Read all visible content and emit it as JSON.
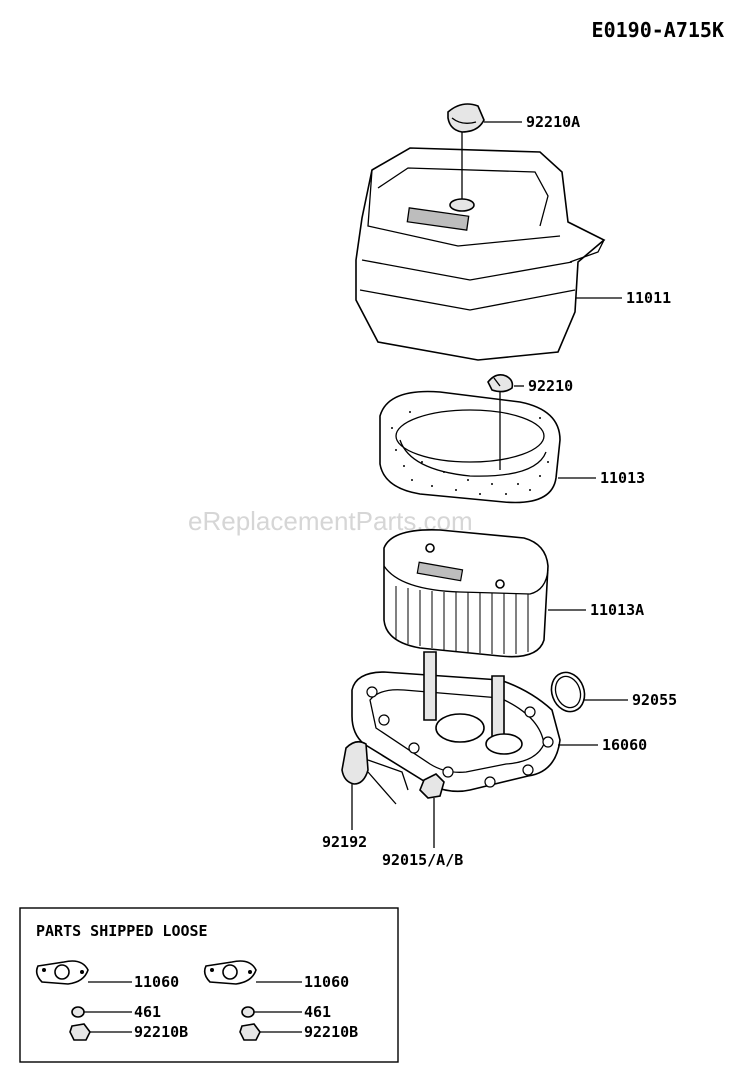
{
  "diagram_code": "E0190-A715K",
  "watermark": "eReplacementParts.com",
  "callouts": {
    "cap_nut_top": "92210A",
    "cover": "11011",
    "wing_nut": "92210",
    "pre_cleaner": "11013",
    "filter_element": "11013A",
    "o_ring": "92055",
    "base": "16060",
    "hose": "92192",
    "base_nut": "92015/A/B"
  },
  "loose_parts": {
    "title": "PARTS SHIPPED LOOSE",
    "left": {
      "gasket": "11060",
      "washer": "461",
      "nut": "92210B"
    },
    "right": {
      "gasket": "11060",
      "washer": "461",
      "nut": "92210B"
    }
  }
}
